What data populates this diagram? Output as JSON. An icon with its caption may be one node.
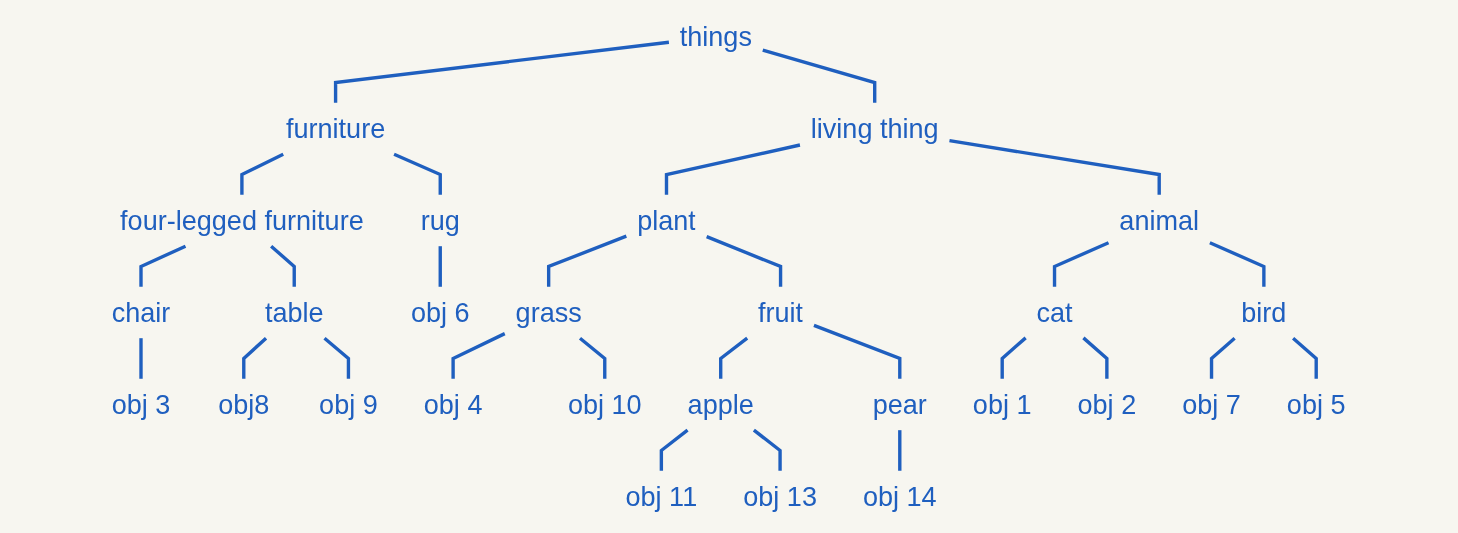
{
  "diagram": {
    "nodes": [
      {
        "text": [
          "things"
        ]
      },
      {
        "text": [
          "living thing"
        ]
      },
      {
        "text": [
          "furniture"
        ]
      },
      {
        "text": [
          "plant"
        ]
      },
      {
        "text": [
          "four-legged furniture"
        ]
      },
      {
        "text": [
          "fruit"
        ]
      },
      {
        "text": [
          "animal"
        ]
      },
      {
        "text": [
          "chair"
        ]
      },
      {
        "text": [
          "table"
        ]
      },
      {
        "text": [
          "rug"
        ]
      },
      {
        "text": [
          "grass"
        ]
      },
      {
        "text": [
          "apple"
        ]
      },
      {
        "text": [
          "pear"
        ]
      },
      {
        "text": [
          "cat"
        ]
      },
      {
        "text": [
          "bird"
        ]
      },
      {
        "text": [
          "obj 3"
        ]
      },
      {
        "text": [
          "obj8"
        ]
      },
      {
        "text": [
          "obj 9"
        ]
      },
      {
        "text": [
          "obj 6"
        ]
      },
      {
        "text": [
          "obj 4"
        ]
      },
      {
        "text": [
          "obj 10"
        ]
      },
      {
        "text": [
          "obj 11"
        ]
      },
      {
        "text": [
          "obj 13"
        ]
      },
      {
        "text": [
          "obj 14"
        ]
      },
      {
        "text": [
          "obj 1"
        ]
      },
      {
        "text": [
          "obj 2"
        ]
      },
      {
        "text": [
          "obj 7"
        ]
      },
      {
        "text": [
          "obj 5"
        ]
      }
    ],
    "edges": [
      {
        "from": 0,
        "to": 2,
        "arrow": "none"
      },
      {
        "from": 0,
        "to": 1,
        "arrow": "none"
      },
      {
        "from": 1,
        "to": 3,
        "arrow": "none"
      },
      {
        "from": 1,
        "to": 6,
        "arrow": "none"
      },
      {
        "from": 2,
        "to": 4,
        "arrow": "none"
      },
      {
        "from": 2,
        "to": 9,
        "arrow": "none"
      },
      {
        "from": 3,
        "to": 10,
        "arrow": "none"
      },
      {
        "from": 3,
        "to": 5,
        "arrow": "none"
      },
      {
        "from": 5,
        "to": 11,
        "arrow": "none"
      },
      {
        "from": 5,
        "to": 12,
        "arrow": "none"
      },
      {
        "from": 6,
        "to": 13,
        "arrow": "none"
      },
      {
        "from": 6,
        "to": 14,
        "arrow": "none"
      },
      {
        "from": 4,
        "to": 7,
        "arrow": "none"
      },
      {
        "from": 4,
        "to": 8,
        "arrow": "none"
      },
      {
        "from": 7,
        "to": 15,
        "arrow": "none"
      },
      {
        "from": 8,
        "to": 16,
        "arrow": "none"
      },
      {
        "from": 8,
        "to": 17,
        "arrow": "none"
      },
      {
        "from": 9,
        "to": 18,
        "arrow": "none"
      },
      {
        "from": 10,
        "to": 19,
        "arrow": "none"
      },
      {
        "from": 10,
        "to": 20,
        "arrow": "none"
      },
      {
        "from": 11,
        "to": 21,
        "arrow": "none"
      },
      {
        "from": 11,
        "to": 22,
        "arrow": "none"
      },
      {
        "from": 12,
        "to": 23,
        "arrow": "none"
      },
      {
        "from": 13,
        "to": 24,
        "arrow": "none"
      },
      {
        "from": 13,
        "to": 25,
        "arrow": "none"
      },
      {
        "from": 14,
        "to": 26,
        "arrow": "none"
      },
      {
        "from": 14,
        "to": 27,
        "arrow": "none"
      }
    ]
  }
}
